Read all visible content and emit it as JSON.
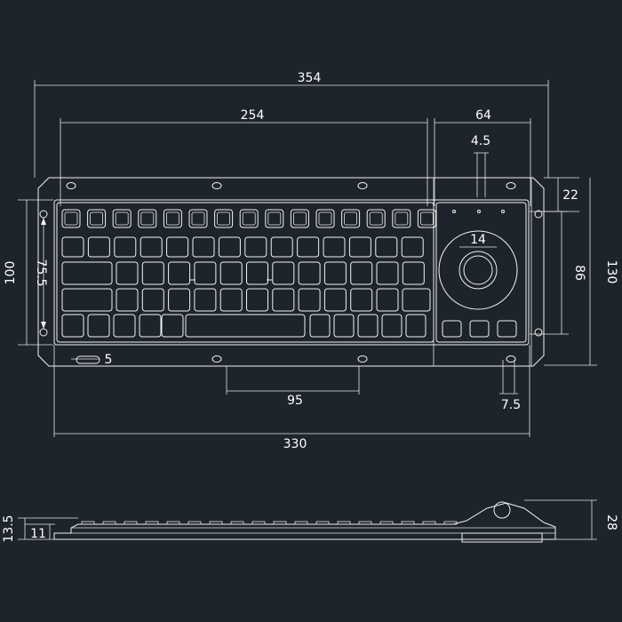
{
  "colors": {
    "background": "#1e242b",
    "line": "#f2f2f2"
  },
  "dimensions": {
    "overall_width": "354",
    "keyboard_width": "254",
    "trackball_module_width": "64",
    "screw_slot": "4.5",
    "mounting_offset": "22",
    "height_100": "100",
    "height_75_5": "75.5",
    "trackball_height": "86",
    "overall_height": "130",
    "trackball_diameter": "14",
    "slot_width_left": "5",
    "mount_hole_spacing": "95",
    "slot_width_right": "7.5",
    "base_width": "330",
    "side_13_5": "13.5",
    "side_11": "11",
    "side_28": "28"
  }
}
